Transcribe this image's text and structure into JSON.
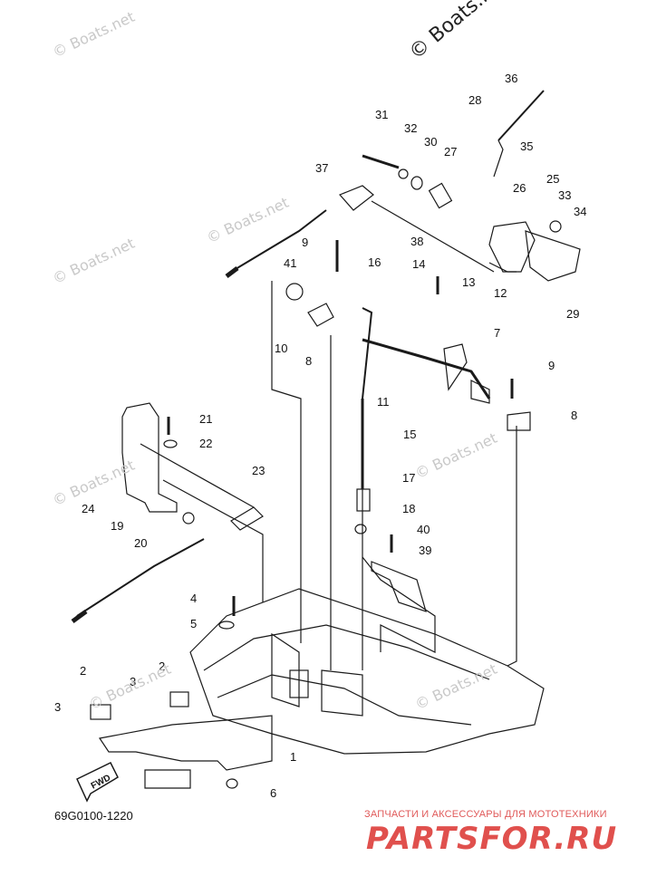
{
  "diagram": {
    "code": "69G0100-1220",
    "watermark_top": "© Boats.net",
    "watermark": "© Boats.net",
    "fwd": "FWD",
    "brand_line": "ЗАПЧАСТИ И АКСЕССУАРЫ ДЛЯ МОТОТЕХНИКИ",
    "brand_logo_text": "PARTSFOR.RU",
    "colors": {
      "line": "#1a1a1a",
      "watermark": "#c9c9c9",
      "brand": "#e05a5a"
    },
    "callouts": [
      {
        "id": "c1",
        "text": "1"
      },
      {
        "id": "c2a",
        "text": "2"
      },
      {
        "id": "c2b",
        "text": "2"
      },
      {
        "id": "c3a",
        "text": "3"
      },
      {
        "id": "c3b",
        "text": "3"
      },
      {
        "id": "c4",
        "text": "4"
      },
      {
        "id": "c5",
        "text": "5"
      },
      {
        "id": "c6",
        "text": "6"
      },
      {
        "id": "c7",
        "text": "7"
      },
      {
        "id": "c8a",
        "text": "8"
      },
      {
        "id": "c8b",
        "text": "8"
      },
      {
        "id": "c9a",
        "text": "9"
      },
      {
        "id": "c9b",
        "text": "9"
      },
      {
        "id": "c10",
        "text": "10"
      },
      {
        "id": "c11",
        "text": "11"
      },
      {
        "id": "c12",
        "text": "12"
      },
      {
        "id": "c13",
        "text": "13"
      },
      {
        "id": "c14",
        "text": "14"
      },
      {
        "id": "c15",
        "text": "15"
      },
      {
        "id": "c16",
        "text": "16"
      },
      {
        "id": "c17",
        "text": "17"
      },
      {
        "id": "c18",
        "text": "18"
      },
      {
        "id": "c19",
        "text": "19"
      },
      {
        "id": "c20",
        "text": "20"
      },
      {
        "id": "c21",
        "text": "21"
      },
      {
        "id": "c22",
        "text": "22"
      },
      {
        "id": "c23",
        "text": "23"
      },
      {
        "id": "c24",
        "text": "24"
      },
      {
        "id": "c25",
        "text": "25"
      },
      {
        "id": "c26",
        "text": "26"
      },
      {
        "id": "c27",
        "text": "27"
      },
      {
        "id": "c28",
        "text": "28"
      },
      {
        "id": "c29",
        "text": "29"
      },
      {
        "id": "c30",
        "text": "30"
      },
      {
        "id": "c31",
        "text": "31"
      },
      {
        "id": "c32",
        "text": "32"
      },
      {
        "id": "c33",
        "text": "33"
      },
      {
        "id": "c34",
        "text": "34"
      },
      {
        "id": "c35",
        "text": "35"
      },
      {
        "id": "c36",
        "text": "36"
      },
      {
        "id": "c37",
        "text": "37"
      },
      {
        "id": "c38",
        "text": "38"
      },
      {
        "id": "c39",
        "text": "39"
      },
      {
        "id": "c40",
        "text": "40"
      },
      {
        "id": "c41",
        "text": "41"
      }
    ]
  }
}
